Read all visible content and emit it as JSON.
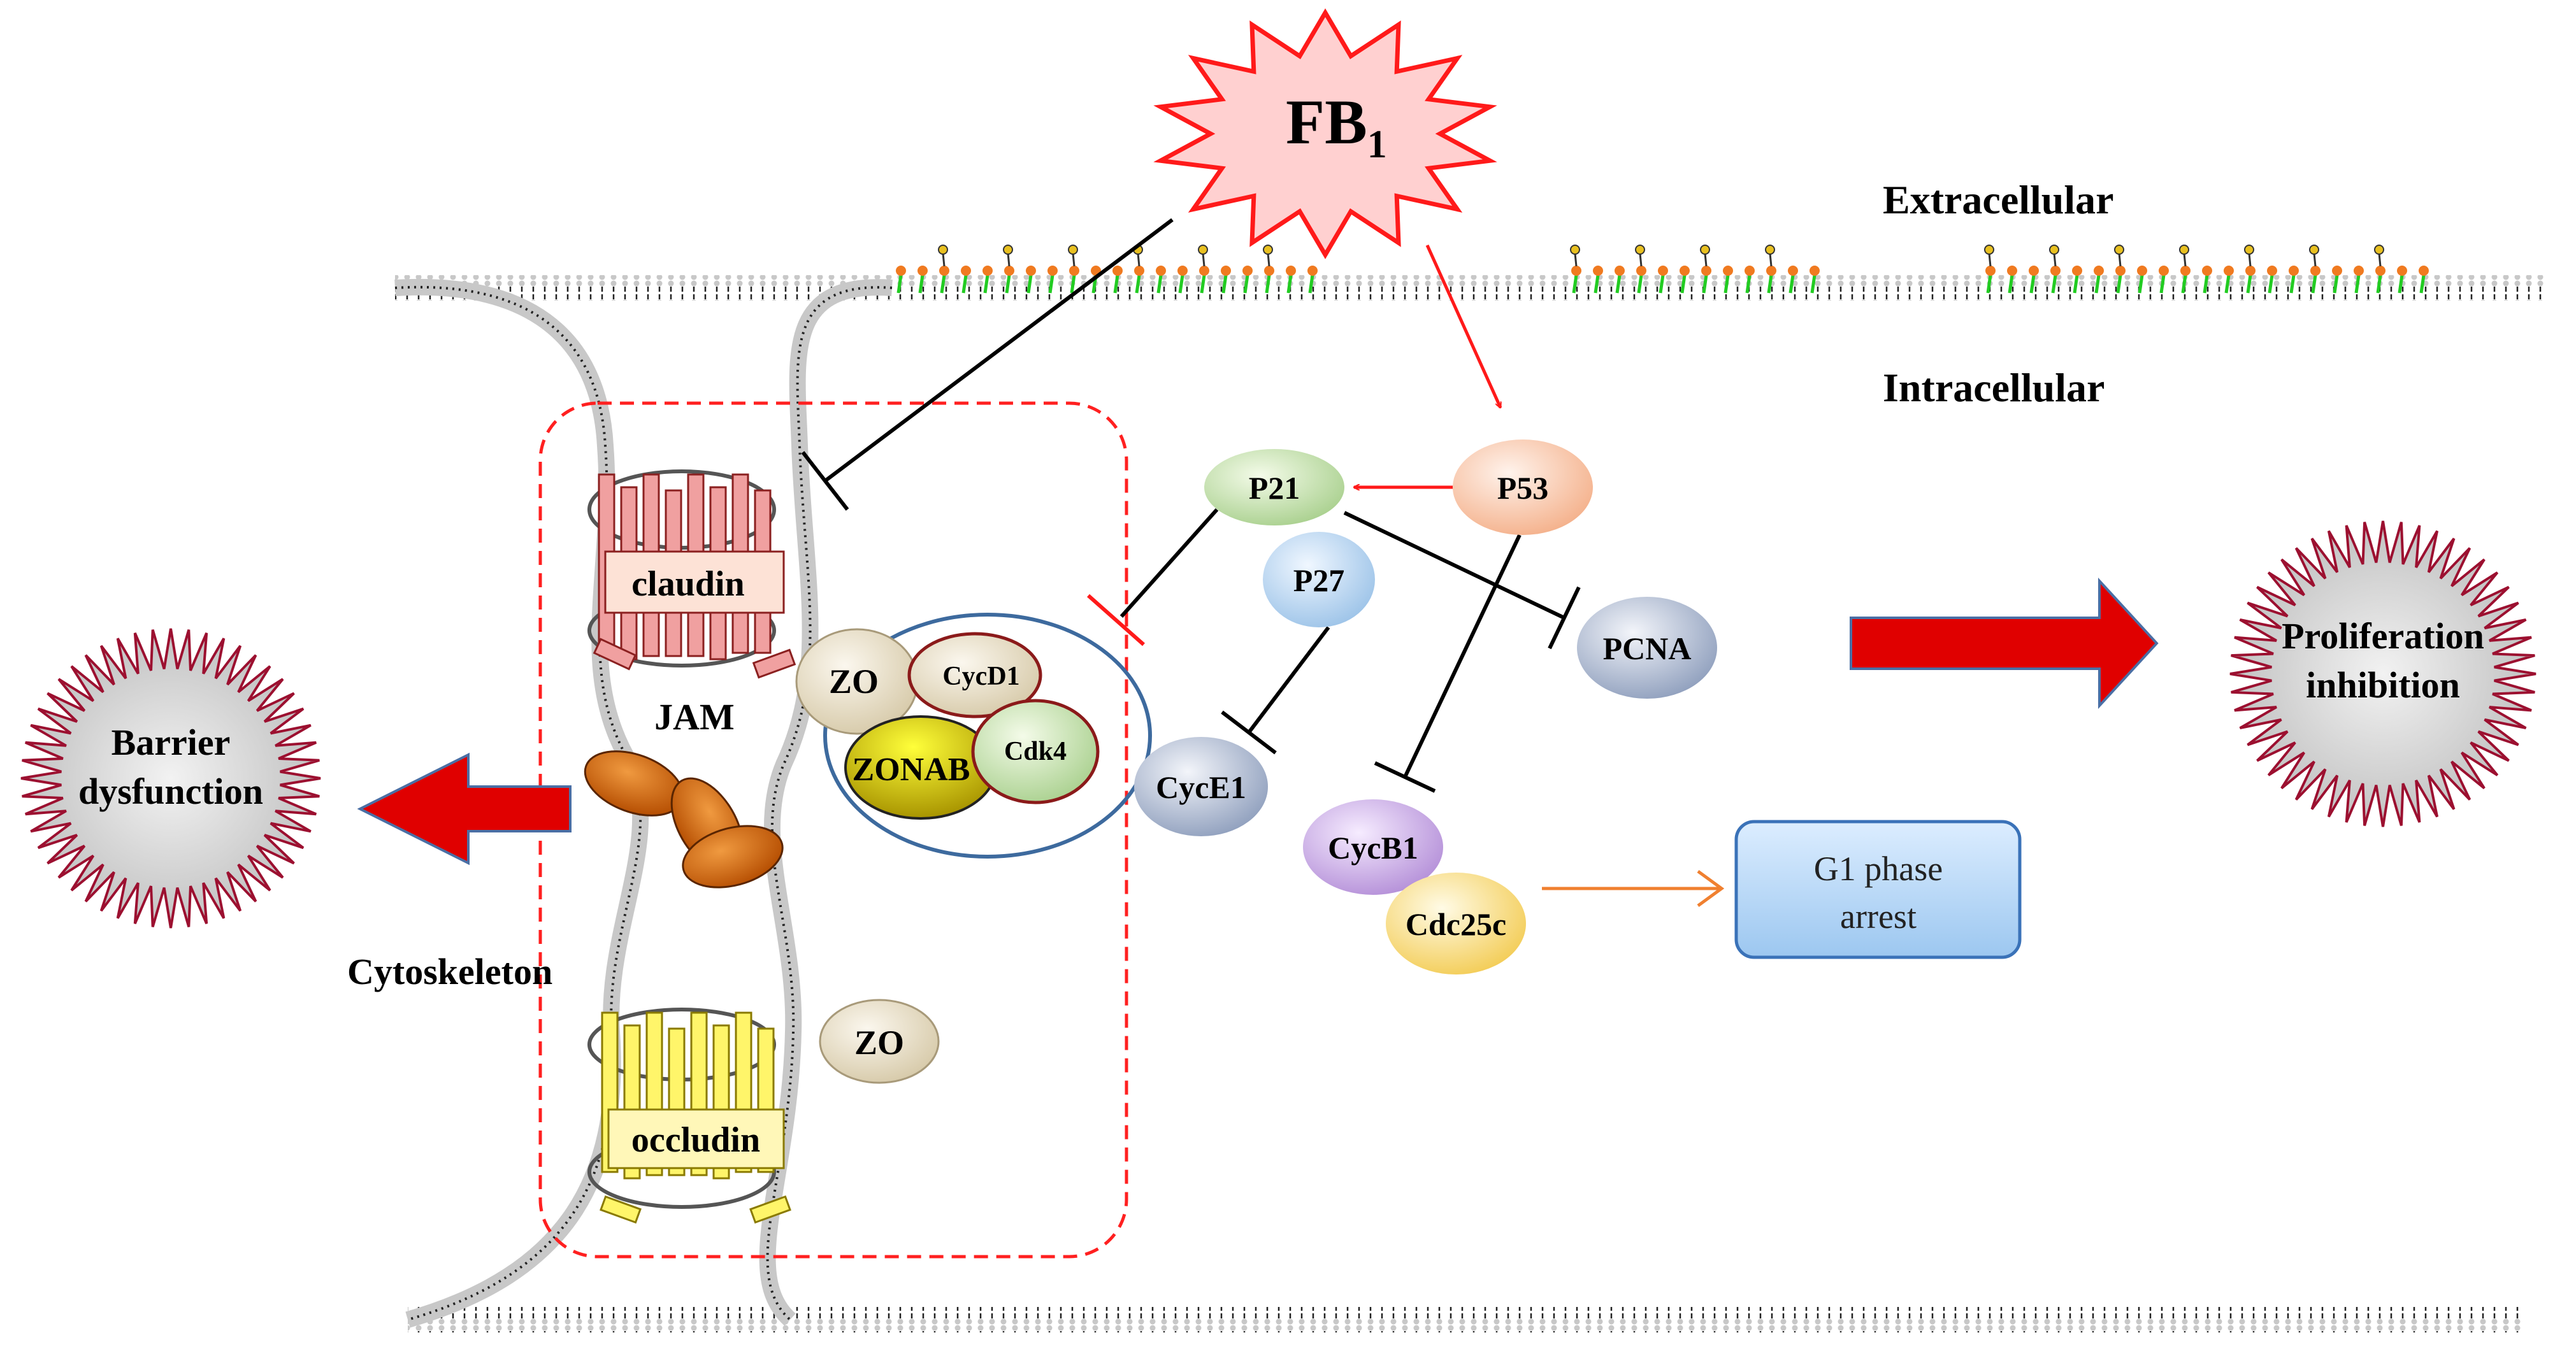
{
  "stimulus": {
    "label_main": "FB",
    "label_sub": "1"
  },
  "compartments": {
    "extracellular": "Extracellular",
    "intracellular": "Intracellular"
  },
  "junction": {
    "claudin": "claudin",
    "occludin": "occludin",
    "jam": "JAM",
    "cytoskeleton": "Cytoskeleton",
    "zo_upper": "ZO",
    "zo_lower": "ZO",
    "cycd1": "CycD1",
    "zonab": "ZONAB",
    "cdk4": "Cdk4"
  },
  "proteins": {
    "p21": "P21",
    "p53": "P53",
    "p27": "P27",
    "pcna": "PCNA",
    "cyce1": "CycE1",
    "cycb1": "CycB1",
    "cdc25c": "Cdc25c"
  },
  "outcomes": {
    "barrier_line1": "Barrier",
    "barrier_line2": "dysfunction",
    "prolif_line1": "Proliferation",
    "prolif_line2": "inhibition",
    "g1_line1": "G1 phase",
    "g1_line2": "arrest"
  },
  "colors": {
    "activation": "#ff1a1a",
    "inhibition": "#000000",
    "big_arrow": "#e00000",
    "big_arrow_edge": "#4a6fa5",
    "junction_box": "#ff2020",
    "complex_ring": "#3d6a9e",
    "g1_box_edge": "#3a72b8",
    "orange_arrow": "#f08030"
  }
}
